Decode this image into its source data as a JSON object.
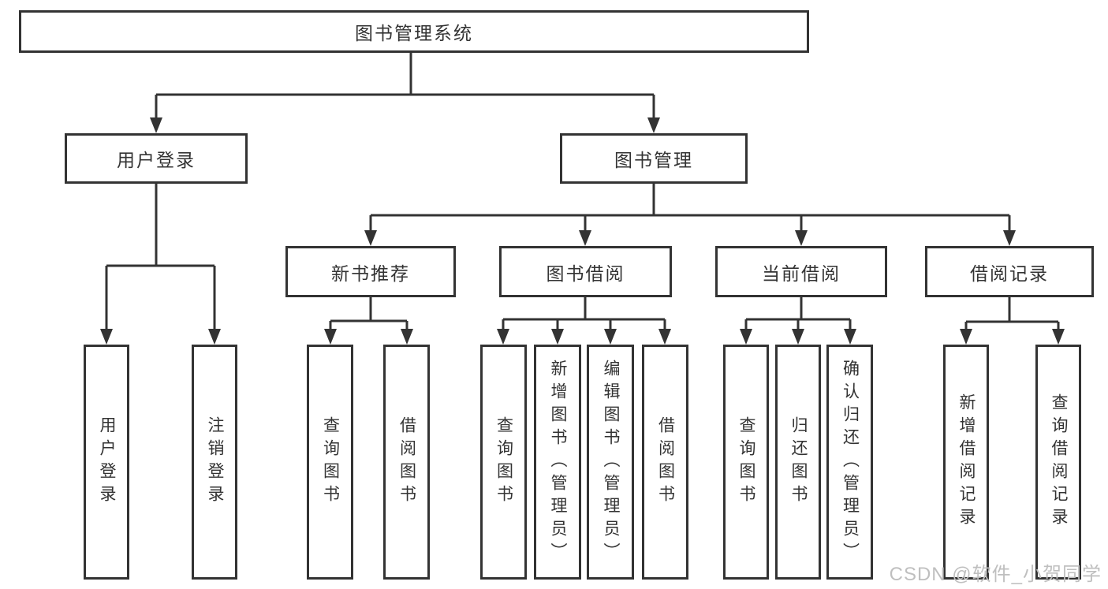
{
  "diagram": {
    "root": {
      "label": "图书管理系统"
    },
    "branches": [
      {
        "label": "用户登录",
        "children": [
          {
            "label": "用户登录"
          },
          {
            "label": "注销登录"
          }
        ]
      },
      {
        "label": "图书管理",
        "children": [
          {
            "label": "新书推荐",
            "children": [
              {
                "label": "查询图书"
              },
              {
                "label": "借阅图书"
              }
            ]
          },
          {
            "label": "图书借阅",
            "children": [
              {
                "label": "查询图书"
              },
              {
                "label": "新增图书（管理员）"
              },
              {
                "label": "编辑图书（管理员）"
              },
              {
                "label": "借阅图书"
              }
            ]
          },
          {
            "label": "当前借阅",
            "children": [
              {
                "label": "查询图书"
              },
              {
                "label": "归还图书"
              },
              {
                "label": "确认归还（管理员）"
              }
            ]
          },
          {
            "label": "借阅记录",
            "children": [
              {
                "label": "新增借阅记录"
              },
              {
                "label": "查询借阅记录"
              }
            ]
          }
        ]
      }
    ]
  },
  "watermark": {
    "text": "CSDN @软件_小贺同学"
  },
  "colors": {
    "line": "#333333",
    "text": "#333333",
    "watermark": "#bfbfbf",
    "background": "#ffffff"
  }
}
